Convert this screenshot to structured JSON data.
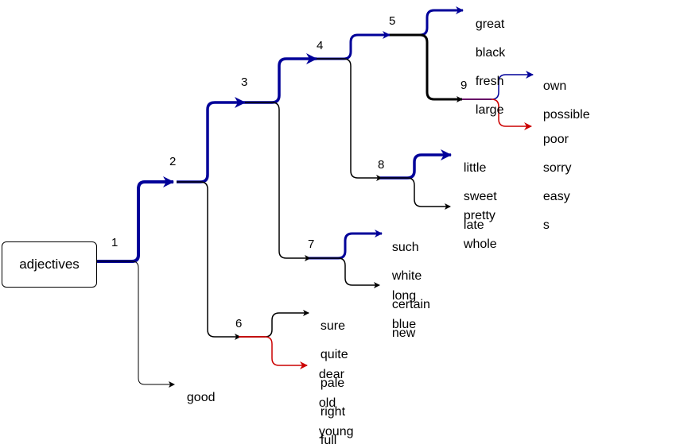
{
  "root": "adjectives",
  "nodes": [
    {
      "id": "1"
    },
    {
      "id": "2"
    },
    {
      "id": "3"
    },
    {
      "id": "4"
    },
    {
      "id": "5"
    },
    {
      "id": "6"
    },
    {
      "id": "7"
    },
    {
      "id": "8"
    },
    {
      "id": "9"
    }
  ],
  "leaves": [
    {
      "node": "1",
      "words": [
        "good"
      ]
    },
    {
      "node": "5",
      "words": [
        "great",
        "black",
        "fresh",
        "large"
      ]
    },
    {
      "node": "9",
      "words": [
        "own",
        "possible"
      ]
    },
    {
      "node": "9",
      "words": [
        "poor",
        "sorry",
        "easy",
        "s"
      ]
    },
    {
      "node": "8",
      "words": [
        "little",
        "sweet",
        "late"
      ]
    },
    {
      "node": "8",
      "words": [
        "pretty",
        "whole"
      ]
    },
    {
      "node": "7",
      "words": [
        "such",
        "white",
        "certain",
        "new"
      ]
    },
    {
      "node": "7",
      "words": [
        "long",
        "blue"
      ]
    },
    {
      "node": "6",
      "words": [
        "sure",
        "quite",
        "pale",
        "right",
        "full"
      ]
    },
    {
      "node": "6",
      "words": [
        "dear",
        "old",
        "young"
      ]
    }
  ],
  "colors": {
    "blue": "#000099",
    "red": "#cc0000",
    "black": "#000000"
  }
}
